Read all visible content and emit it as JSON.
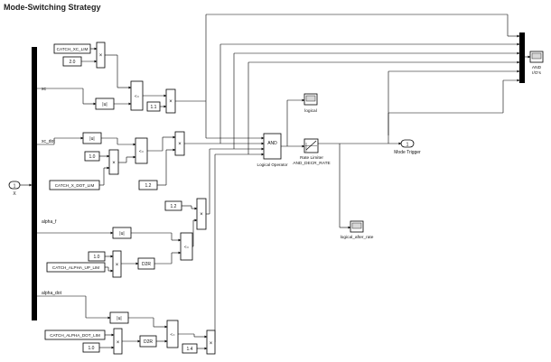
{
  "title": "Mode-Switching Strategy",
  "colors": {
    "background": "#ffffff",
    "line": "#000000",
    "scope_screen": "#d8d8d8"
  },
  "inport": {
    "number": "1",
    "name": "X"
  },
  "outport": {
    "number": "1",
    "name": "Mode Trigger"
  },
  "signals": {
    "xc": "xc",
    "xc_dot": "xc_dot",
    "alpha_f": "alpha_f",
    "alpha_dot": "alpha_dot"
  },
  "constants": {
    "catch_xc_lim": "CATCH_XC_LIM",
    "c_xc": "2.0",
    "c_xc_thr": "1.1",
    "c_xdot": "1.0",
    "catch_x_dot_lim": "CATCH_X_DOT_LIM",
    "c_xdot_thr": "1.2",
    "c_alpha_top": "1.2",
    "c_alpha": "1.0",
    "catch_alpha_up_lim": "CATCH_ALPHA_UP_LIM",
    "catch_alpha_dot_lim": "CATCH_ALPHA_DOT_LIM",
    "c_adot": "1.0",
    "c_adot_thr": "1.4"
  },
  "ops": {
    "abs": "|u|",
    "times": "×",
    "lte": "<=",
    "d2r": "D2R",
    "and": "AND"
  },
  "logic": {
    "operator_name": "Logical Operator"
  },
  "rate_limiter": {
    "name_line1": "Rate Limiter",
    "name_line2": "AND_DECR_RATE"
  },
  "scopes": {
    "logical": "logical",
    "after_rate": "logical_after_rate",
    "and_ios_line1": "AND",
    "and_ios_line2": "I/O's"
  }
}
